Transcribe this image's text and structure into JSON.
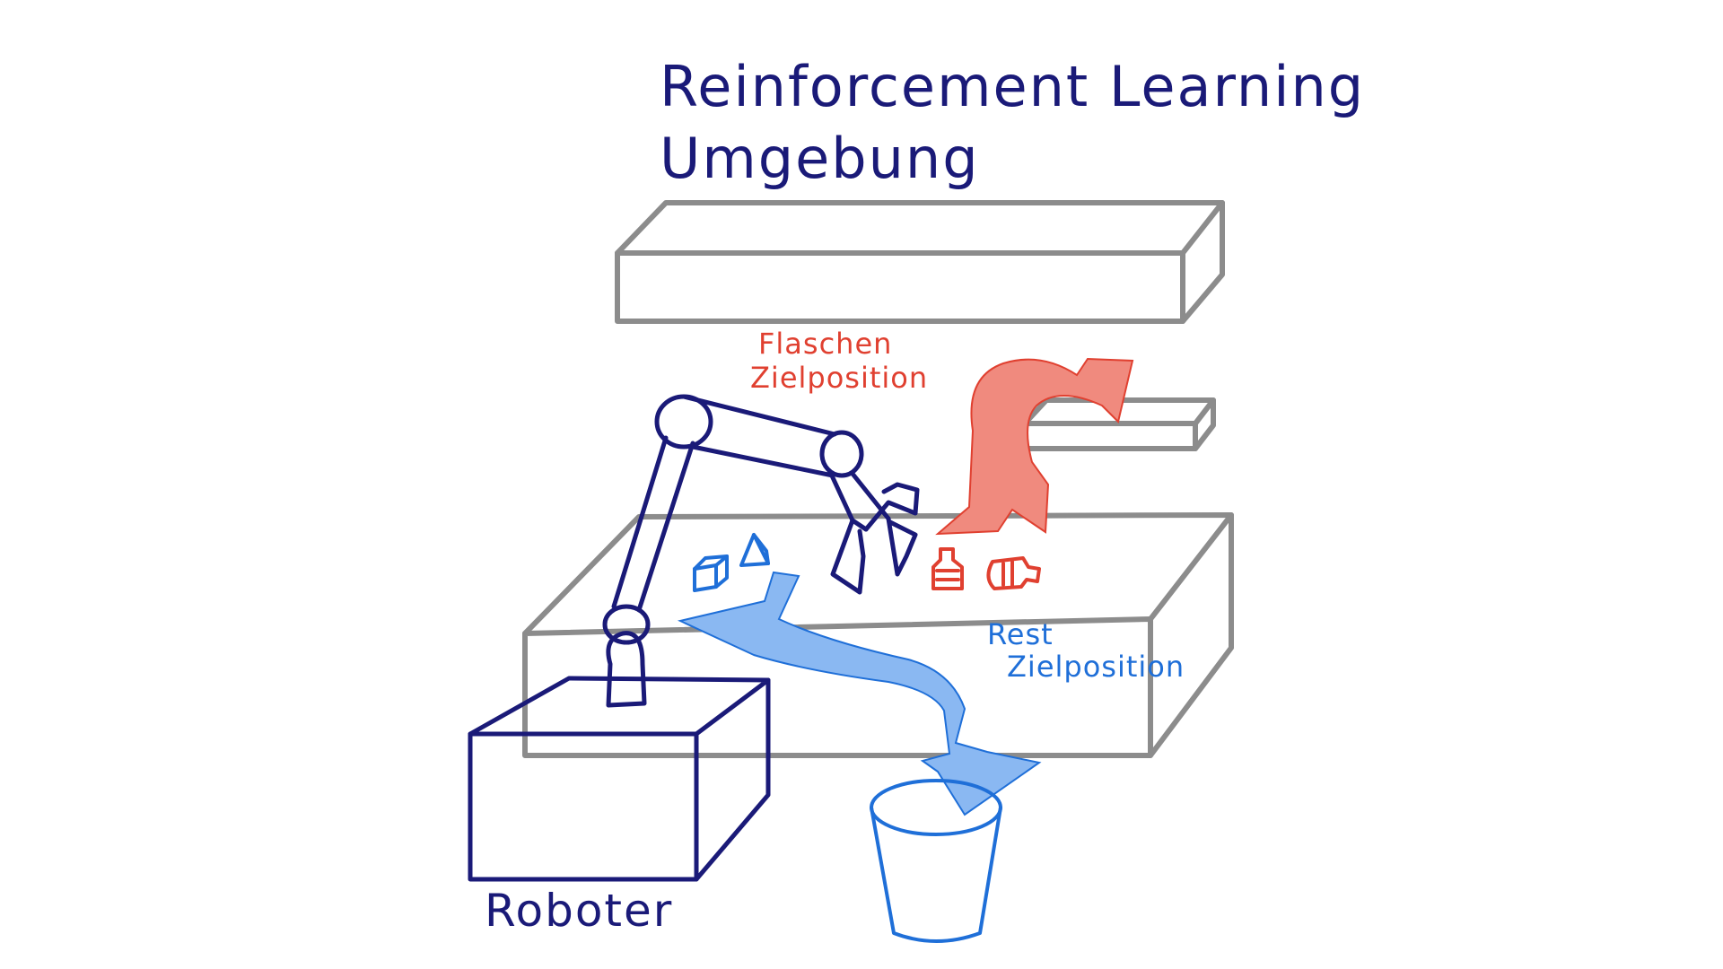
{
  "title": {
    "line1": "Reinforcement Learning",
    "line2": "Umgebung"
  },
  "labels": {
    "bottles_target_line1": "Flaschen",
    "bottles_target_line2": "Zielposition",
    "rest_target_line1": "Rest",
    "rest_target_line2": "Zielposition",
    "robot": "Roboter"
  },
  "colors": {
    "background": "#ffffff",
    "title": "#1a1a78",
    "robot": "#1a1a78",
    "boxes": "#8c8c8c",
    "bottles": "#e04030",
    "bottles_arrow": "#f08a7e",
    "rest": "#1f6fd8",
    "rest_arrow": "#8ab8f2"
  },
  "icons": [
    "robot-arm-icon",
    "cube-icon",
    "pyramid-icon",
    "bottle-icon",
    "bucket-icon"
  ]
}
